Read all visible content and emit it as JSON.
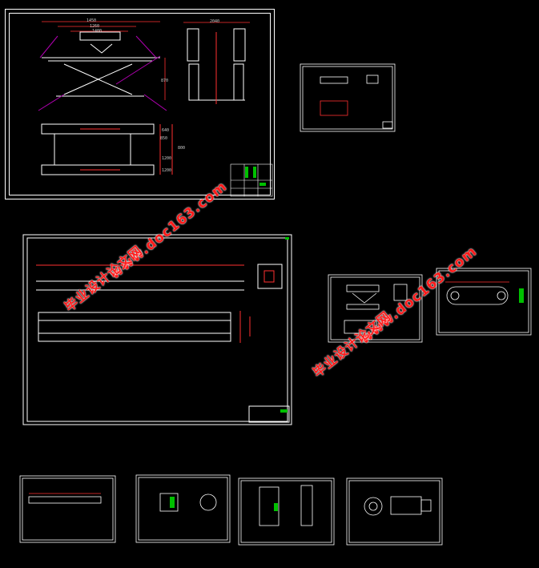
{
  "watermarks": [
    {
      "url": "www.doc163.com",
      "cn": "毕业设计论文网"
    },
    {
      "url": "www.doc163.com",
      "cn": "毕业设计论文网"
    }
  ],
  "dims": {
    "main_top": [
      "1450",
      "1260",
      "1400",
      "2040",
      "870",
      "850"
    ],
    "main_mid": [
      "640",
      "1200",
      "800",
      "1200"
    ]
  },
  "colors": {
    "sheet_border": "#ffffff",
    "dimension": "#ff3030",
    "geometry": "#ffffff",
    "center_line": "#b000b0",
    "watermark": "#ff1a1a",
    "titleblock_accent": "#00c000"
  }
}
